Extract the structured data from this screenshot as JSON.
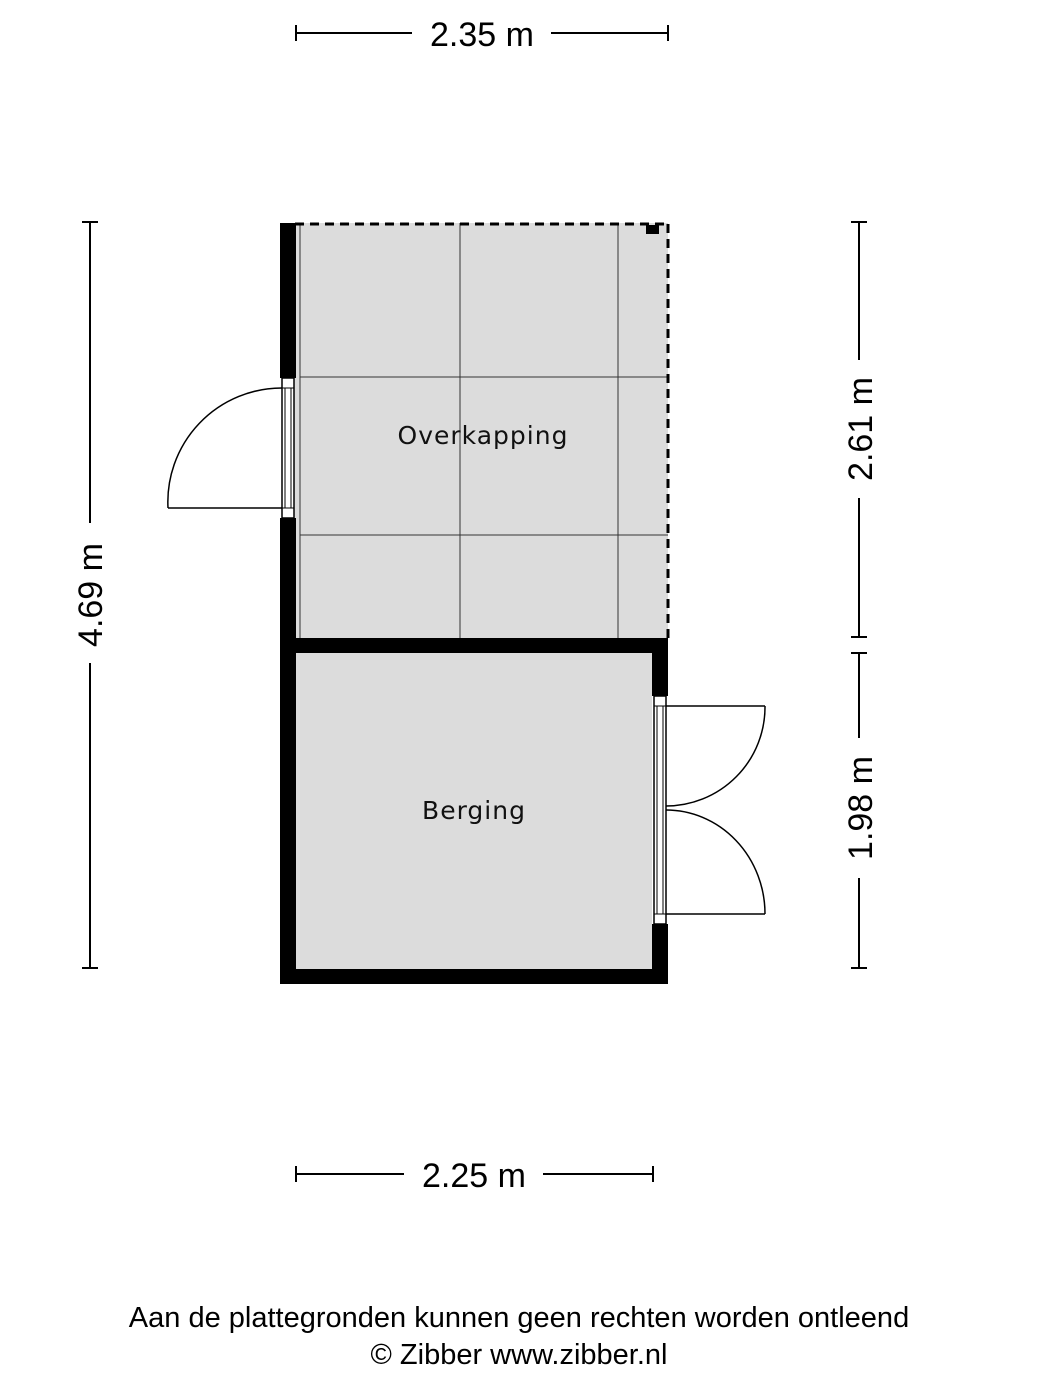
{
  "dimensions": {
    "top_width": "2.35 m",
    "bottom_width": "2.25 m",
    "total_height": "4.69 m",
    "overkapping_height": "2.61 m",
    "berging_height": "1.98 m"
  },
  "rooms": {
    "overkapping": "Overkapping",
    "berging": "Berging"
  },
  "footer": {
    "disclaimer": "Aan de plattegronden kunnen geen rechten worden ontleend",
    "copyright": "© Zibber www.zibber.nl"
  },
  "colors": {
    "floor": "#dcdcdc",
    "wall": "#000000",
    "background": "#ffffff"
  }
}
